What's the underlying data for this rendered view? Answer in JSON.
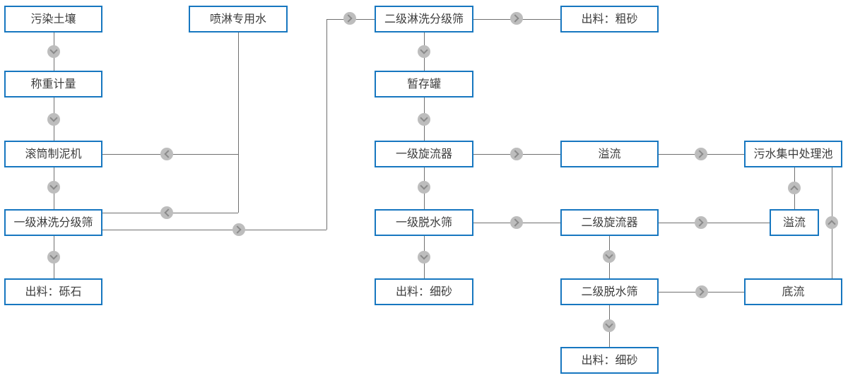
{
  "diagram": {
    "title": "soil-washing-process-flowchart",
    "nodes": {
      "soil": {
        "label": "污染土壤"
      },
      "spray": {
        "label": "喷淋专用水"
      },
      "screen2": {
        "label": "二级淋洗分级筛"
      },
      "coarse": {
        "label": "出料：粗砂"
      },
      "weigh": {
        "label": "称重计量"
      },
      "tank": {
        "label": "暂存罐"
      },
      "drum": {
        "label": "滚筒制泥机"
      },
      "cyclone1": {
        "label": "一级旋流器"
      },
      "overflow1": {
        "label": "溢流"
      },
      "pool": {
        "label": "污水集中处理池"
      },
      "screen1": {
        "label": "一级淋洗分级筛"
      },
      "dewater1": {
        "label": "一级脱水筛"
      },
      "cyclone2": {
        "label": "二级旋流器"
      },
      "overflow2": {
        "label": "溢流"
      },
      "gravel": {
        "label": "出料：砾石"
      },
      "fine1": {
        "label": "出料：细砂"
      },
      "dewater2": {
        "label": "二级脱水筛"
      },
      "underflow": {
        "label": "底流"
      },
      "fine2": {
        "label": "出料：细砂"
      }
    },
    "edges": [
      {
        "from": "soil",
        "to": "weigh"
      },
      {
        "from": "weigh",
        "to": "drum"
      },
      {
        "from": "drum",
        "to": "screen1"
      },
      {
        "from": "screen1",
        "to": "gravel"
      },
      {
        "from": "spray",
        "to": "drum"
      },
      {
        "from": "spray",
        "to": "screen1"
      },
      {
        "from": "screen1",
        "to": "screen2"
      },
      {
        "from": "screen2",
        "to": "coarse"
      },
      {
        "from": "screen2",
        "to": "tank"
      },
      {
        "from": "tank",
        "to": "cyclone1"
      },
      {
        "from": "cyclone1",
        "to": "overflow1"
      },
      {
        "from": "overflow1",
        "to": "pool"
      },
      {
        "from": "cyclone1",
        "to": "dewater1"
      },
      {
        "from": "dewater1",
        "to": "fine1"
      },
      {
        "from": "dewater1",
        "to": "cyclone2"
      },
      {
        "from": "cyclone2",
        "to": "overflow2"
      },
      {
        "from": "overflow2",
        "to": "pool"
      },
      {
        "from": "cyclone2",
        "to": "dewater2"
      },
      {
        "from": "dewater2",
        "to": "underflow"
      },
      {
        "from": "underflow",
        "to": "pool"
      },
      {
        "from": "dewater2",
        "to": "fine2"
      }
    ],
    "colors": {
      "box_border": "#1777c0",
      "box_text": "#3d3d3d",
      "line": "#707070",
      "connector_circle": "#bdbdbd",
      "chevron": "#8a8a8a",
      "background": "#ffffff"
    }
  }
}
